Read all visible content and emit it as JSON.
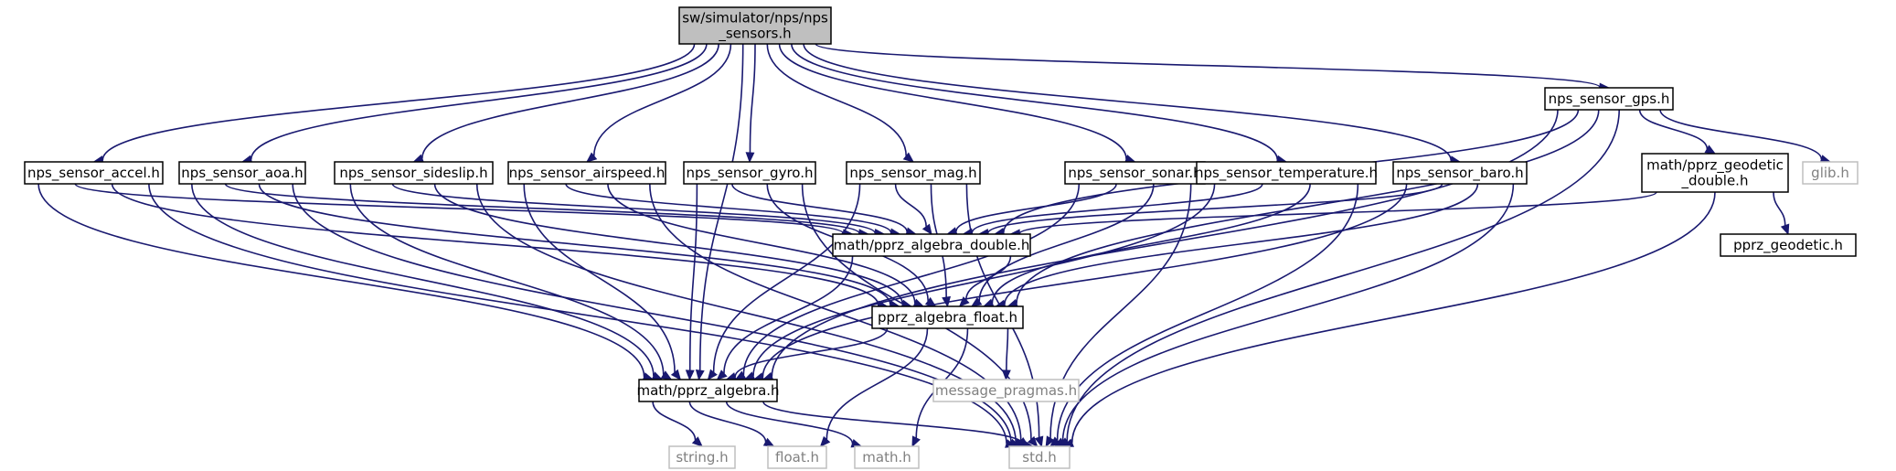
{
  "graph": {
    "nodes": {
      "root": {
        "lines": [
          "sw/simulator/nps/nps",
          "_sensors.h"
        ],
        "style": "root"
      },
      "accel": {
        "lines": [
          "nps_sensor_accel.h"
        ],
        "style": "file"
      },
      "aoa": {
        "lines": [
          "nps_sensor_aoa.h"
        ],
        "style": "file"
      },
      "sideslip": {
        "lines": [
          "nps_sensor_sideslip.h"
        ],
        "style": "file"
      },
      "airspeed": {
        "lines": [
          "nps_sensor_airspeed.h"
        ],
        "style": "file"
      },
      "gyro": {
        "lines": [
          "nps_sensor_gyro.h"
        ],
        "style": "file"
      },
      "mag": {
        "lines": [
          "nps_sensor_mag.h"
        ],
        "style": "file"
      },
      "sonar": {
        "lines": [
          "nps_sensor_sonar.h"
        ],
        "style": "file"
      },
      "temperature": {
        "lines": [
          "nps_sensor_temperature.h"
        ],
        "style": "file"
      },
      "baro": {
        "lines": [
          "nps_sensor_baro.h"
        ],
        "style": "file"
      },
      "gps": {
        "lines": [
          "nps_sensor_gps.h"
        ],
        "style": "file"
      },
      "geodetic_double": {
        "lines": [
          "math/pprz_geodetic",
          "_double.h"
        ],
        "style": "file"
      },
      "glib": {
        "lines": [
          "glib.h"
        ],
        "style": "sys"
      },
      "geodetic": {
        "lines": [
          "pprz_geodetic.h"
        ],
        "style": "file"
      },
      "algebra_double": {
        "lines": [
          "math/pprz_algebra_double.h"
        ],
        "style": "file"
      },
      "algebra_float": {
        "lines": [
          "pprz_algebra_float.h"
        ],
        "style": "file"
      },
      "message_pragmas": {
        "lines": [
          "message_pragmas.h"
        ],
        "style": "sys"
      },
      "algebra": {
        "lines": [
          "math/pprz_algebra.h"
        ],
        "style": "file"
      },
      "string": {
        "lines": [
          "string.h"
        ],
        "style": "sys"
      },
      "float": {
        "lines": [
          "float.h"
        ],
        "style": "sys"
      },
      "math": {
        "lines": [
          "math.h"
        ],
        "style": "sys"
      },
      "std": {
        "lines": [
          "std.h"
        ],
        "style": "sys"
      }
    },
    "edges": [
      [
        "root",
        "accel"
      ],
      [
        "root",
        "aoa"
      ],
      [
        "root",
        "sideslip"
      ],
      [
        "root",
        "airspeed"
      ],
      [
        "root",
        "gyro"
      ],
      [
        "root",
        "mag"
      ],
      [
        "root",
        "sonar"
      ],
      [
        "root",
        "temperature"
      ],
      [
        "root",
        "baro"
      ],
      [
        "root",
        "gps"
      ],
      [
        "root",
        "algebra"
      ],
      [
        "accel",
        "algebra_double"
      ],
      [
        "accel",
        "algebra_float"
      ],
      [
        "accel",
        "algebra"
      ],
      [
        "accel",
        "std"
      ],
      [
        "aoa",
        "algebra_double"
      ],
      [
        "aoa",
        "algebra_float"
      ],
      [
        "aoa",
        "algebra"
      ],
      [
        "aoa",
        "std"
      ],
      [
        "sideslip",
        "algebra_double"
      ],
      [
        "sideslip",
        "algebra_float"
      ],
      [
        "sideslip",
        "algebra"
      ],
      [
        "sideslip",
        "std"
      ],
      [
        "airspeed",
        "algebra_double"
      ],
      [
        "airspeed",
        "algebra_float"
      ],
      [
        "airspeed",
        "algebra"
      ],
      [
        "airspeed",
        "std"
      ],
      [
        "gyro",
        "algebra_double"
      ],
      [
        "gyro",
        "algebra_float"
      ],
      [
        "gyro",
        "algebra"
      ],
      [
        "gyro",
        "std"
      ],
      [
        "mag",
        "algebra_double"
      ],
      [
        "mag",
        "algebra_float"
      ],
      [
        "mag",
        "algebra"
      ],
      [
        "mag",
        "std"
      ],
      [
        "sonar",
        "algebra_double"
      ],
      [
        "sonar",
        "algebra_float"
      ],
      [
        "sonar",
        "algebra"
      ],
      [
        "sonar",
        "std"
      ],
      [
        "temperature",
        "algebra_double"
      ],
      [
        "temperature",
        "algebra_float"
      ],
      [
        "temperature",
        "algebra"
      ],
      [
        "temperature",
        "std"
      ],
      [
        "baro",
        "algebra_double"
      ],
      [
        "baro",
        "algebra_float"
      ],
      [
        "baro",
        "algebra"
      ],
      [
        "baro",
        "std"
      ],
      [
        "gps",
        "algebra_double"
      ],
      [
        "gps",
        "algebra_float"
      ],
      [
        "gps",
        "algebra"
      ],
      [
        "gps",
        "geodetic_double"
      ],
      [
        "gps",
        "glib"
      ],
      [
        "gps",
        "std"
      ],
      [
        "geodetic_double",
        "algebra_double"
      ],
      [
        "geodetic_double",
        "geodetic"
      ],
      [
        "geodetic_double",
        "std"
      ],
      [
        "algebra_double",
        "algebra_float"
      ],
      [
        "algebra_double",
        "algebra"
      ],
      [
        "algebra_float",
        "algebra"
      ],
      [
        "algebra_float",
        "message_pragmas"
      ],
      [
        "algebra_float",
        "float"
      ],
      [
        "algebra_float",
        "math"
      ],
      [
        "algebra",
        "string"
      ],
      [
        "algebra",
        "float"
      ],
      [
        "algebra",
        "math"
      ],
      [
        "algebra",
        "std"
      ]
    ],
    "colors": {
      "edge": "#191970",
      "root_fill": "#bfbfbf",
      "node_border": "#000000",
      "sys_border": "#bfbfbf",
      "sys_text": "#808080"
    }
  }
}
